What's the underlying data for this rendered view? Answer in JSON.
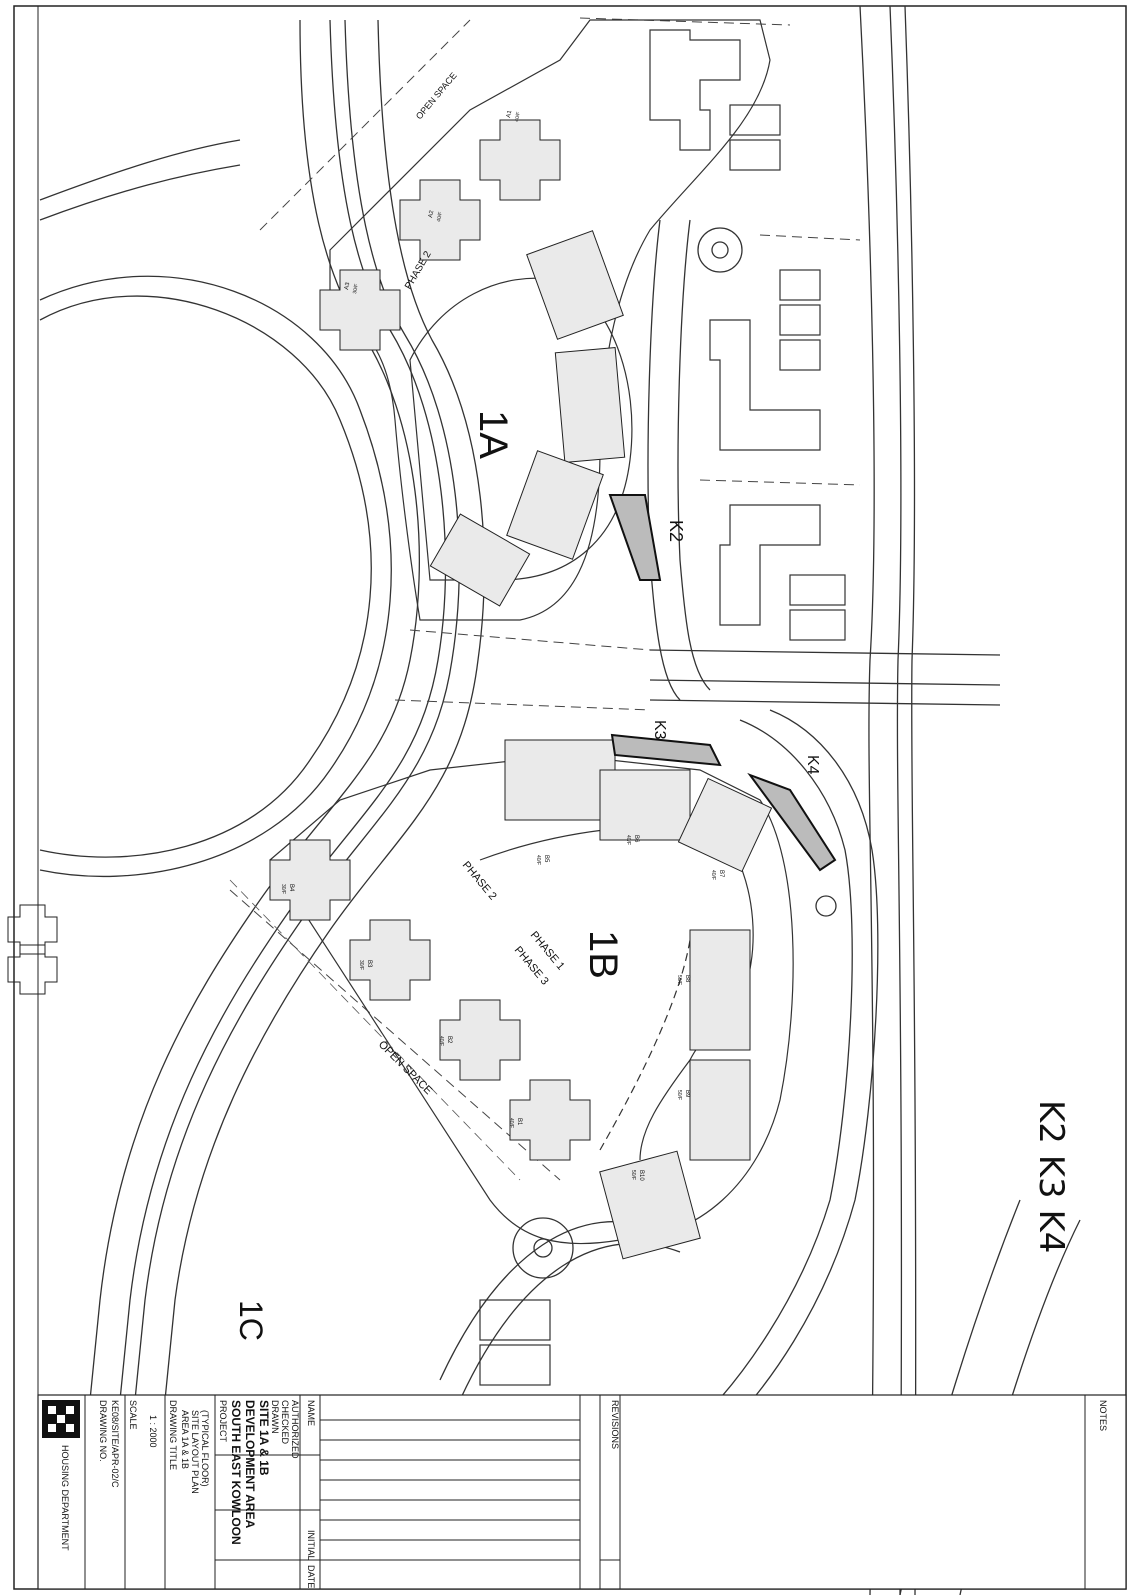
{
  "plan": {
    "zones": {
      "site_1a": "1A",
      "site_1b": "1B",
      "site_1c": "1C"
    },
    "markers": {
      "k2": "K2",
      "k3": "K3",
      "k4": "K4"
    },
    "legend_list": "K2   K3   K4",
    "open_space_north": "OPEN SPACE",
    "open_space_south": "OPEN SPACE",
    "phase_labels": {
      "phase_1": "PHASE 1",
      "phase_2_1a": "PHASE 2",
      "phase_2_1b": "PHASE 2",
      "phase_3": "PHASE 3"
    },
    "blocks": {
      "a1": "A1",
      "a1_floors": "40/F",
      "a2": "A2",
      "a2_floors": "40/F",
      "a3": "A3",
      "a3_floors": "30/F",
      "b1": "B1",
      "b1_floors": "40/F",
      "b2": "B2",
      "b2_floors": "40/F",
      "b3": "B3",
      "b3_floors": "30/F",
      "b4": "B4",
      "b4_floors": "30/F",
      "b5": "B5",
      "b5_floors": "40/F",
      "b6": "B6",
      "b6_floors": "40/F",
      "b7": "B7",
      "b7_floors": "40/F",
      "b8": "B8",
      "b8_floors": "50/F",
      "b9": "B9",
      "b9_floors": "50/F",
      "b10": "B10",
      "b10_floors": "50/F"
    }
  },
  "title_block": {
    "notes": "NOTES",
    "revisions": "REVISIONS",
    "project_label": "PROJECT",
    "project_line1": "SOUTH EAST KOWLOON",
    "project_line2": "DEVELOPMENT AREA",
    "project_line3": "SITE 1A & 1B",
    "drawing_title_label": "DRAWING TITLE",
    "drawing_title1": "AREA 1A & 1B",
    "drawing_title2": "SITE LAYOUT PLAN",
    "drawing_title3": "(TYPICAL FLOOR)",
    "scale_label": "SCALE",
    "scale_value": "1 : 2000",
    "drawing_no_label": "DRAWING NO.",
    "drawing_no": "KE08/SITE/APR-02/C",
    "drawn_label": "DRAWN",
    "checked_label": "CHECKED",
    "authorized_label": "AUTHORIZED",
    "name_label": "NAME",
    "date_label": "DATE",
    "initial_label": "INITIAL",
    "org": "HOUSING DEPARTMENT"
  }
}
